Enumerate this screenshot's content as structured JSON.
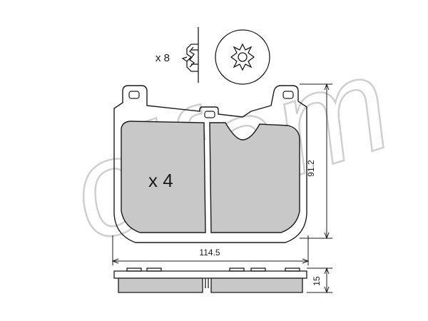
{
  "diagram": {
    "watermark": "cifam",
    "clip_multiplier": "x 8",
    "pad_multiplier": "x 4",
    "width_dimension": "114.5",
    "height_dimension": "91.2",
    "thickness_dimension": "15"
  },
  "colors": {
    "line": "#1a1a1a",
    "friction_fill": "#c8c8c8",
    "watermark": "#cfcfcf",
    "background": "#ffffff"
  }
}
